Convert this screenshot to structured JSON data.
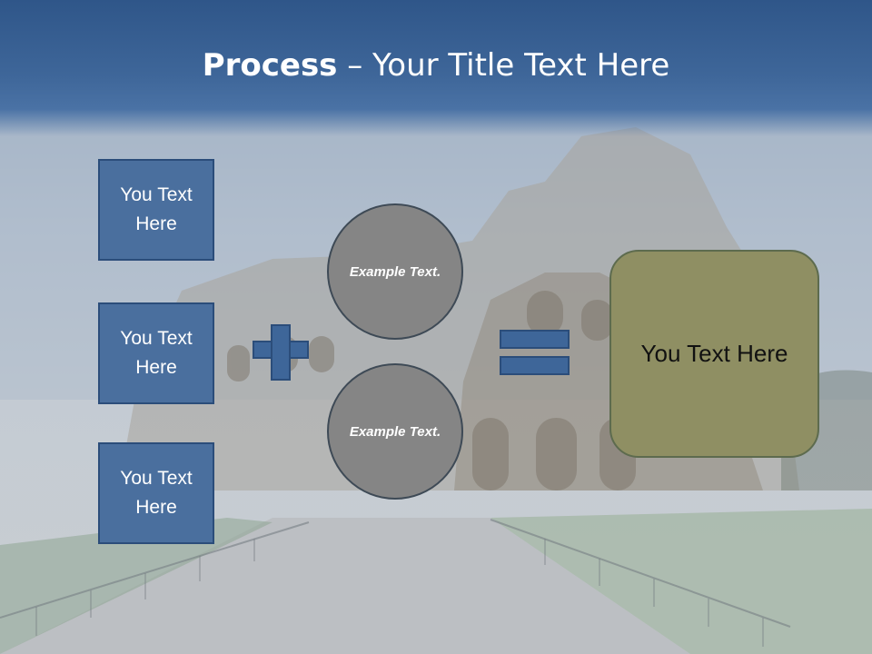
{
  "title": {
    "bold": "Process",
    "rest": " – Your Title Text Here"
  },
  "left_boxes": [
    {
      "label": "You Text Here"
    },
    {
      "label": "You Text Here"
    },
    {
      "label": "You Text Here"
    }
  ],
  "circles": [
    {
      "label": "Example Text."
    },
    {
      "label": "Example Text."
    }
  ],
  "result": {
    "label": "You Text Here"
  },
  "operators": {
    "plus": "plus-icon",
    "equals": "equals-icon"
  },
  "colors": {
    "header": "#3e6699",
    "box": "#4a6f9e",
    "circle": "#858585",
    "result": "#8f8f63"
  }
}
